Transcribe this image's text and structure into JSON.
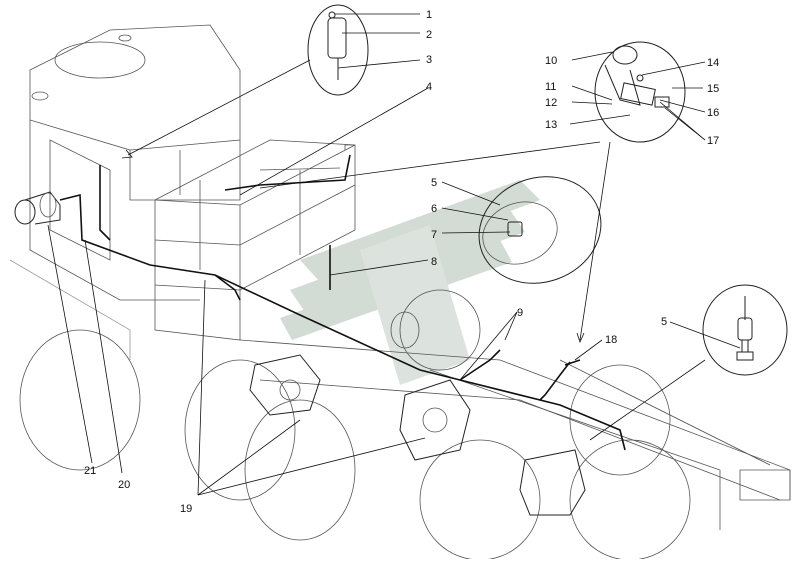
{
  "callouts": [
    "1",
    "2",
    "3",
    "4",
    "5",
    "6",
    "7",
    "8",
    "9",
    "10",
    "11",
    "12",
    "13",
    "14",
    "15",
    "16",
    "17",
    "18",
    "5",
    "19",
    "20",
    "21"
  ],
  "colors": {
    "line": "#222222",
    "watermark": "#8aa090",
    "background": "#ffffff"
  }
}
